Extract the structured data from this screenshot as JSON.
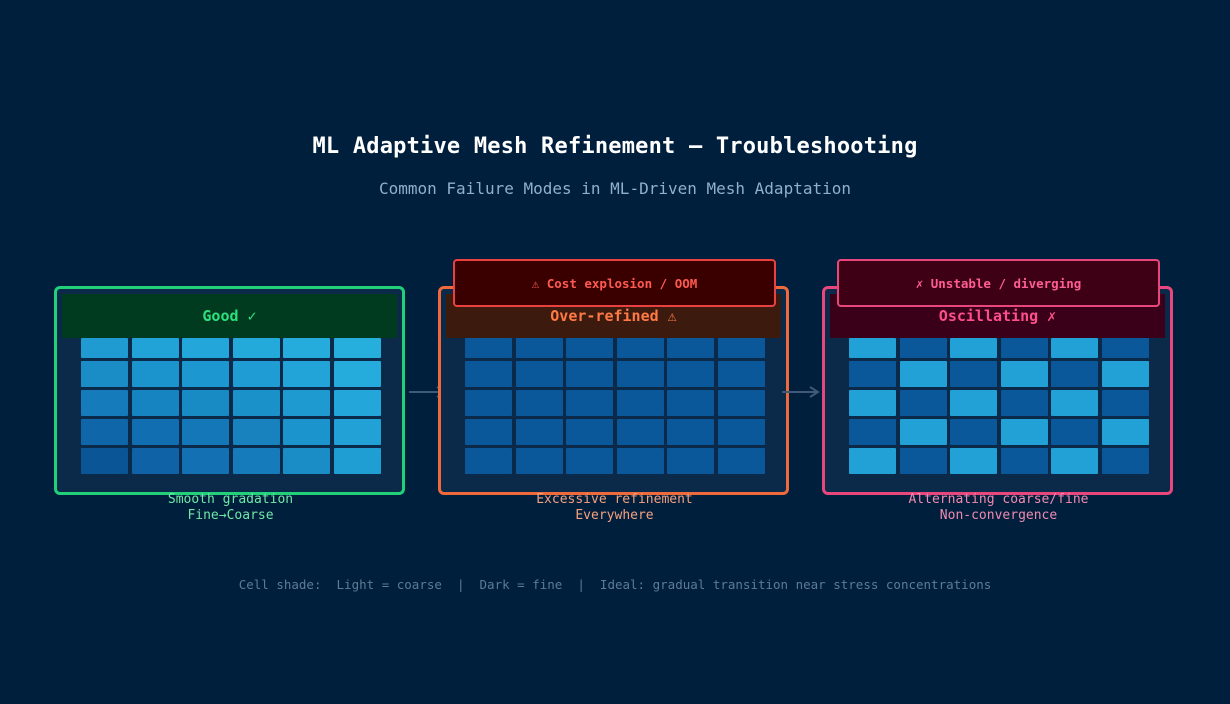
{
  "title": "ML Adaptive Mesh Refinement — Troubleshooting",
  "subtitle": "Common Failure Modes in ML-Driven Mesh Adaptation",
  "panels": [
    {
      "label": "Good  ✓",
      "caption_line1": "Smooth gradation",
      "caption_line2": "Fine→Coarse",
      "border_color": "#22d07a",
      "header_bg": "#003a1f",
      "label_color": "#2ee07e",
      "caption_color": "#6fe8a6",
      "cells": [
        [
          "#209bd2",
          "#22a3d7",
          "#23a6d9",
          "#24a9db",
          "#25acdc",
          "#26aedd"
        ],
        [
          "#1a8dc7",
          "#1b93cc",
          "#1c97cf",
          "#1e9cd3",
          "#22a4d8",
          "#25acdd"
        ],
        [
          "#157bbb",
          "#1684c0",
          "#188bc4",
          "#1a91c8",
          "#1e9ad0",
          "#23a6d9"
        ],
        [
          "#0f67a9",
          "#116eb0",
          "#1477b7",
          "#1782be",
          "#1b93cc",
          "#21a1d6"
        ],
        [
          "#0a5596",
          "#0e62a5",
          "#1370b2",
          "#167bba",
          "#1a8cc6",
          "#1f9ed4"
        ]
      ]
    },
    {
      "label": "Over-refined  ⚠",
      "caption_line1": "Excessive refinement",
      "caption_line2": "Everywhere",
      "border_color": "#ee6a3c",
      "header_bg": "#3d1a0e",
      "label_color": "#ff7a45",
      "caption_color": "#f5a07e",
      "badge": "⚠  Cost explosion / OOM",
      "badge_bg": "#3a0000",
      "badge_border": "#e9413f",
      "badge_color": "#ff5a52",
      "cells": [
        [
          "#0a5899",
          "#0a5899",
          "#0a5899",
          "#0a5899",
          "#0a5899",
          "#0a5899"
        ],
        [
          "#0a5899",
          "#0a5899",
          "#0a5899",
          "#0a5899",
          "#0a5899",
          "#0a5899"
        ],
        [
          "#0a5899",
          "#0a5899",
          "#0a5899",
          "#0a5899",
          "#0a5899",
          "#0a5899"
        ],
        [
          "#0a5899",
          "#0a5899",
          "#0a5899",
          "#0a5899",
          "#0a5899",
          "#0a5899"
        ],
        [
          "#0a5899",
          "#0a5899",
          "#0a5899",
          "#0a5899",
          "#0a5899",
          "#0a5899"
        ]
      ]
    },
    {
      "label": "Oscillating  ✗",
      "caption_line1": "Alternating coarse/fine",
      "caption_line2": "Non-convergence",
      "border_color": "#e8477d",
      "header_bg": "#3a0019",
      "label_color": "#ff4f8a",
      "caption_color": "#f08ab0",
      "badge": "✗  Unstable / diverging",
      "badge_bg": "#3e0015",
      "badge_border": "#e8477d",
      "badge_color": "#ff5d94",
      "cells": [
        [
          "#21a1d6",
          "#0a5899",
          "#21a1d6",
          "#0a5899",
          "#21a1d6",
          "#0a5899"
        ],
        [
          "#0a5899",
          "#21a1d6",
          "#0a5899",
          "#21a1d6",
          "#0a5899",
          "#21a1d6"
        ],
        [
          "#21a1d6",
          "#0a5899",
          "#21a1d6",
          "#0a5899",
          "#21a1d6",
          "#0a5899"
        ],
        [
          "#0a5899",
          "#21a1d6",
          "#0a5899",
          "#21a1d6",
          "#0a5899",
          "#21a1d6"
        ],
        [
          "#21a1d6",
          "#0a5899",
          "#21a1d6",
          "#0a5899",
          "#21a1d6",
          "#0a5899"
        ]
      ]
    }
  ],
  "footnote": "Cell shade:  Light = coarse  |  Dark = fine  |  Ideal: gradual transition near stress concentrations",
  "arrow_color": "#3e5a76"
}
